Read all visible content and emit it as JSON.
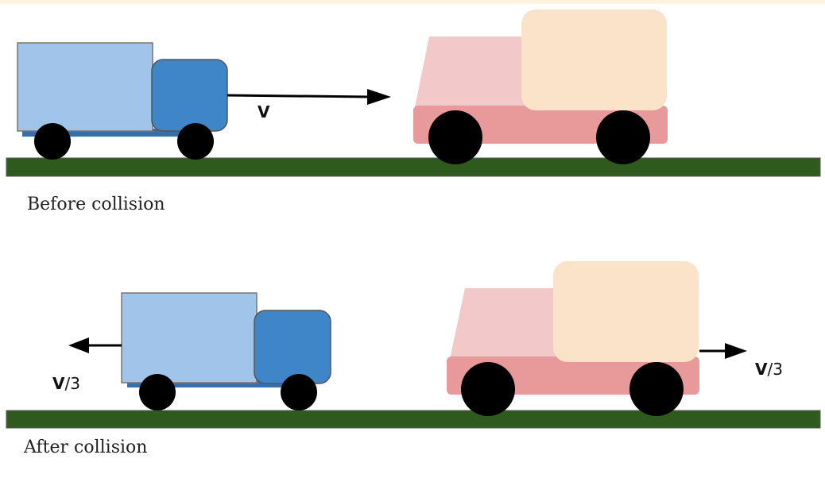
{
  "before": {
    "caption": "Before collision",
    "truck_velocity_label": "V"
  },
  "after": {
    "caption": "After collision",
    "truck_velocity_bold": "V",
    "truck_velocity_rest": "/3",
    "pickup_velocity_bold": "V",
    "pickup_velocity_rest": "/3"
  },
  "colors": {
    "top_band": "#fdf3df",
    "ground": "#2e5a1e",
    "truck_cargo": "#a0c4ea",
    "truck_cab": "#3f86c9",
    "pickup_bed": "#f2c8c8",
    "pickup_body": "#e89999",
    "pickup_cargo": "#fae3c9",
    "wheel": "#000000",
    "arrow": "#000000"
  }
}
